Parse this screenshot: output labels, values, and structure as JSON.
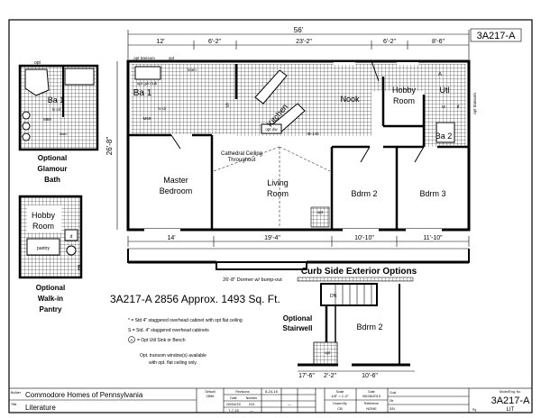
{
  "model_label": "3A217-A",
  "dims_top": {
    "overall": "56'",
    "segments": [
      "12'",
      "6'-2\"",
      "23'-2\"",
      "6'-2\"",
      "8'-6\""
    ]
  },
  "dims_bottom": [
    "14'",
    "19'-4\"",
    "10'-10\"",
    "11'-10\""
  ],
  "dim_depth": "26'-8\"",
  "rooms": {
    "ba1": "Ba 1",
    "kitchen": "Kitchen",
    "nook": "Nook",
    "hobby1": "Hobby",
    "hobby2": "Room",
    "util": "Utl",
    "ba2": "Ba 2",
    "master1": "Master",
    "master2": "Bedroom",
    "living1": "Living",
    "living2": "Room",
    "bdrm2": "Bdrm 2",
    "bdrm3": "Bdrm 3",
    "cathedral1": "Cathedral Ceiling",
    "cathedral2": "Throughout"
  },
  "small_labels": {
    "opt_transom": "opt transom",
    "opt": "opt",
    "linen": "linen",
    "opt_gdn_tub": "opt gdn tub",
    "m69": "M69",
    "lv_clr": "lv clr",
    "opt_dw": "opt dw",
    "ib146": "IB-146",
    "opt_transom_side": "opt transom",
    "s": "S",
    "a": "A",
    "w": "w",
    "d": "d",
    "opt_short": "opt"
  },
  "glamour_bath": {
    "room": "Ba 1",
    "opt": "opt",
    "m69": "M69",
    "lv": "lv clr",
    "linen": "linen",
    "caption": [
      "Optional",
      "Glamour",
      "Bath"
    ]
  },
  "walkin_pantry": {
    "room1": "Hobby",
    "room2": "Room",
    "pantry": "pantry",
    "b": "B",
    "d": "d",
    "caption": [
      "Optional",
      "Walk-in",
      "Pantry"
    ]
  },
  "dormer_note": "26'-8\" Dormer w/ bump-out",
  "summary": "3A217-A 2856  Approx. 1493 Sq. Ft.",
  "notes": [
    "* = Std 4\" staggered overhead cabinet with opt flat ceiling",
    "S = Std. 4\" staggered overhead cabinets",
    "= Opt Util Sink or Bench",
    "Opt. transom window(s) available",
    "with opt. flat ceiling only."
  ],
  "note_symbol": "A",
  "curb_side": {
    "title": "Curb Side Exterior Options",
    "dn": "DN",
    "bdrm": "Bdrm 2",
    "stair1": "Optional",
    "stair2": "Stairwell",
    "opt": "opt",
    "dims": [
      "17'-6\"",
      "2'-2\"",
      "10'-6\""
    ]
  },
  "title_block": {
    "builder_label": "Builder",
    "builder": "Commodore Homes of Pennsylvania",
    "title_label": "Title",
    "title": "Literature",
    "default_label": "Default",
    "default": "2856",
    "revisions_label": "Revisions",
    "rev_top": "8-24-16",
    "date_label": "Date",
    "number_label": "Number",
    "rev_date1": "03/04/15",
    "rev_num1": "210",
    "rev_date2": "7-7-15",
    "rev_num2": "—",
    "dash": "—",
    "scale_label": "Scale",
    "scale": "1/8\" = 1'-0\"",
    "drawn_label": "Drawn By",
    "drawn": "CB",
    "date2_label": "Date",
    "date2": "06/28/2013",
    "ref_label": "Reference",
    "ref": "NONE",
    "cust_label": "Cust",
    "dlr_label": "Dlr",
    "sn_label": "S/N",
    "model_label": "Model/Eng. No.",
    "model": "3A217-A",
    "pg_label": "Pg",
    "pg": "LIT"
  }
}
